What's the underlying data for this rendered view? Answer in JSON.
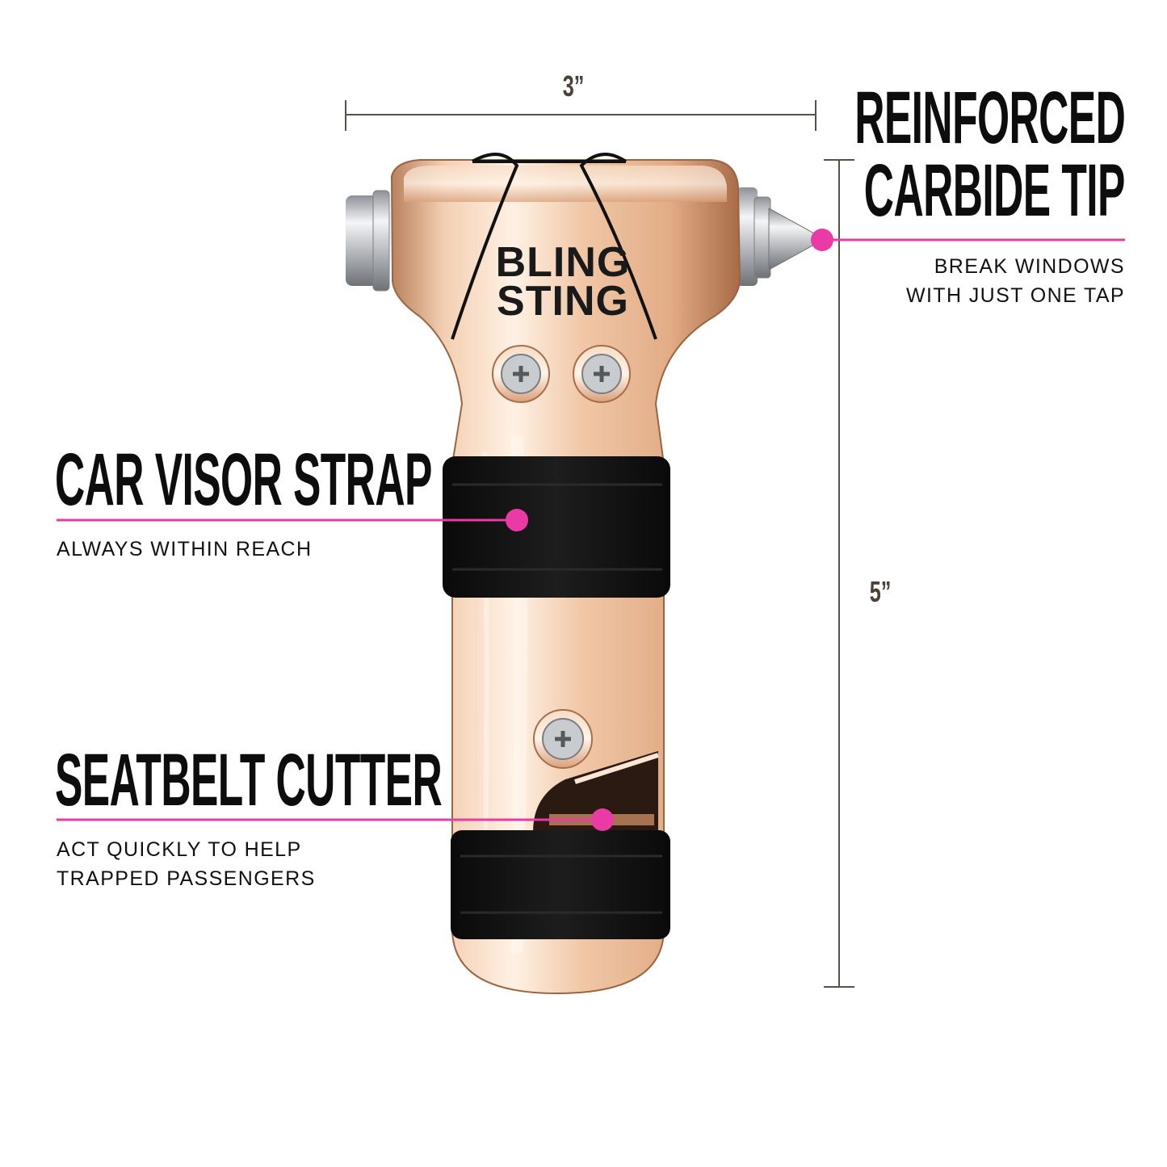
{
  "product": {
    "brand_line1": "BLING",
    "brand_line2": "STING"
  },
  "dimensions": {
    "width_label": "3”",
    "height_label": "5”"
  },
  "features": {
    "tip": {
      "title_line1": "REINFORCED",
      "title_line2": "CARBIDE TIP",
      "desc_line1": "BREAK WINDOWS",
      "desc_line2": "WITH JUST ONE TAP"
    },
    "strap": {
      "title": "CAR VISOR STRAP",
      "desc": "ALWAYS WITHIN REACH"
    },
    "cutter": {
      "title": "SEATBELT CUTTER",
      "desc_line1": "ACT QUICKLY TO HELP",
      "desc_line2": "TRAPPED PASSENGERS"
    }
  },
  "colors": {
    "callout_accent": "#ea3aa6",
    "dimension_line": "#5a5048",
    "rose_gold": "#e8b894",
    "strap": "#111111"
  }
}
